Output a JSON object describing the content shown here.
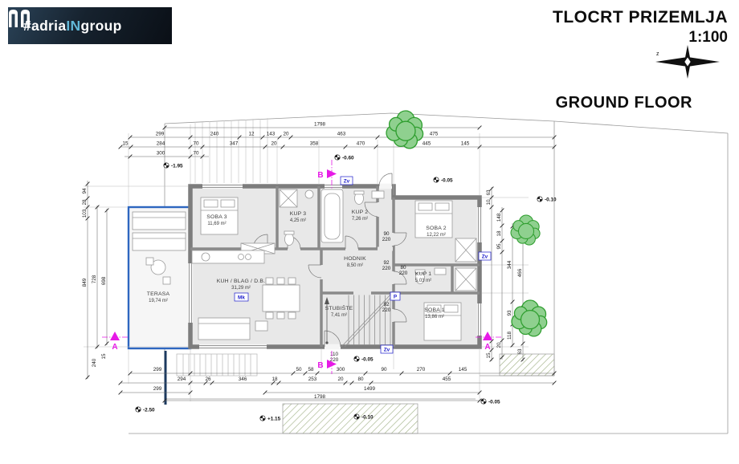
{
  "logo": {
    "prefix": "#adria",
    "accent": "IN",
    "suffix": "group",
    "bg_color": "#0e1722",
    "accent_color": "#62b8d8"
  },
  "title_block": {
    "title": "TLOCRT PRIZEMLJA",
    "scale": "1:100",
    "floor_label": "GROUND FLOOR",
    "compass_west": "z"
  },
  "rooms": [
    {
      "name": "SOBA 3",
      "area": "11,69 m²"
    },
    {
      "name": "KUP 3",
      "area": "4,25 m²"
    },
    {
      "name": "KUP 2",
      "area": "7,26 m²"
    },
    {
      "name": "SOBA 2",
      "area": "12,22 m²"
    },
    {
      "name": "HODNIK",
      "area": "8,50 m²"
    },
    {
      "name": "KUP 1",
      "area": "5,03 m²"
    },
    {
      "name": "SOBA 1",
      "area": "13,86 m²"
    },
    {
      "name": "KUH / BLAG / D.B.",
      "area": "31,29 m²"
    },
    {
      "name": "STUBIŠTE",
      "area": "7,41 m²"
    },
    {
      "name": "TERASA",
      "area": "19,74 m²"
    }
  ],
  "tags": {
    "zv": "Zv",
    "p": "P",
    "mk": "Mk"
  },
  "section_markers": {
    "a": "A",
    "b": "B"
  },
  "elevations": {
    "top_left": "-1.95",
    "top_mid": "-0.60",
    "top_right": "-0.05",
    "right_side": "-0.10",
    "mid_bottom": "-0.05",
    "bottom_left": "-2.50",
    "bottom_plus": "+1.15",
    "bottom_center": "-0.10",
    "bottom_right": "-0.05"
  },
  "dims": {
    "top1": [
      "1798"
    ],
    "top2": [
      "299",
      "240",
      "12",
      "143",
      "20",
      "463",
      "475"
    ],
    "top3": [
      "15",
      "284",
      "70",
      "347",
      "20",
      "358",
      "470",
      "445",
      "145"
    ],
    "top4": [
      "300",
      "70"
    ],
    "bottom1": [
      "299",
      "50",
      "58",
      "300",
      "90",
      "270",
      "145"
    ],
    "bottom2": [
      "294",
      "26",
      "346",
      "18",
      "253",
      "20",
      "80",
      "455"
    ],
    "bottom3": [
      "299",
      "1499"
    ],
    "bottom4": [
      "1798"
    ],
    "left": [
      "94",
      "28",
      "103",
      "849",
      "728",
      "698",
      "240",
      "15"
    ],
    "right": [
      "63",
      "10",
      "148",
      "18",
      "95",
      "20",
      "344",
      "93",
      "118",
      "466",
      "63",
      "15"
    ],
    "door_widths": [
      [
        "90",
        "220"
      ],
      [
        "92",
        "220"
      ],
      [
        "80",
        "220"
      ],
      [
        "92",
        "220"
      ],
      [
        "110",
        "220"
      ]
    ]
  },
  "colors": {
    "section_magenta": "#e619e6",
    "tag_blue": "#1c1ccc",
    "terrace_blue": "#2e66c0",
    "tree_green": "#2f9e2f"
  }
}
